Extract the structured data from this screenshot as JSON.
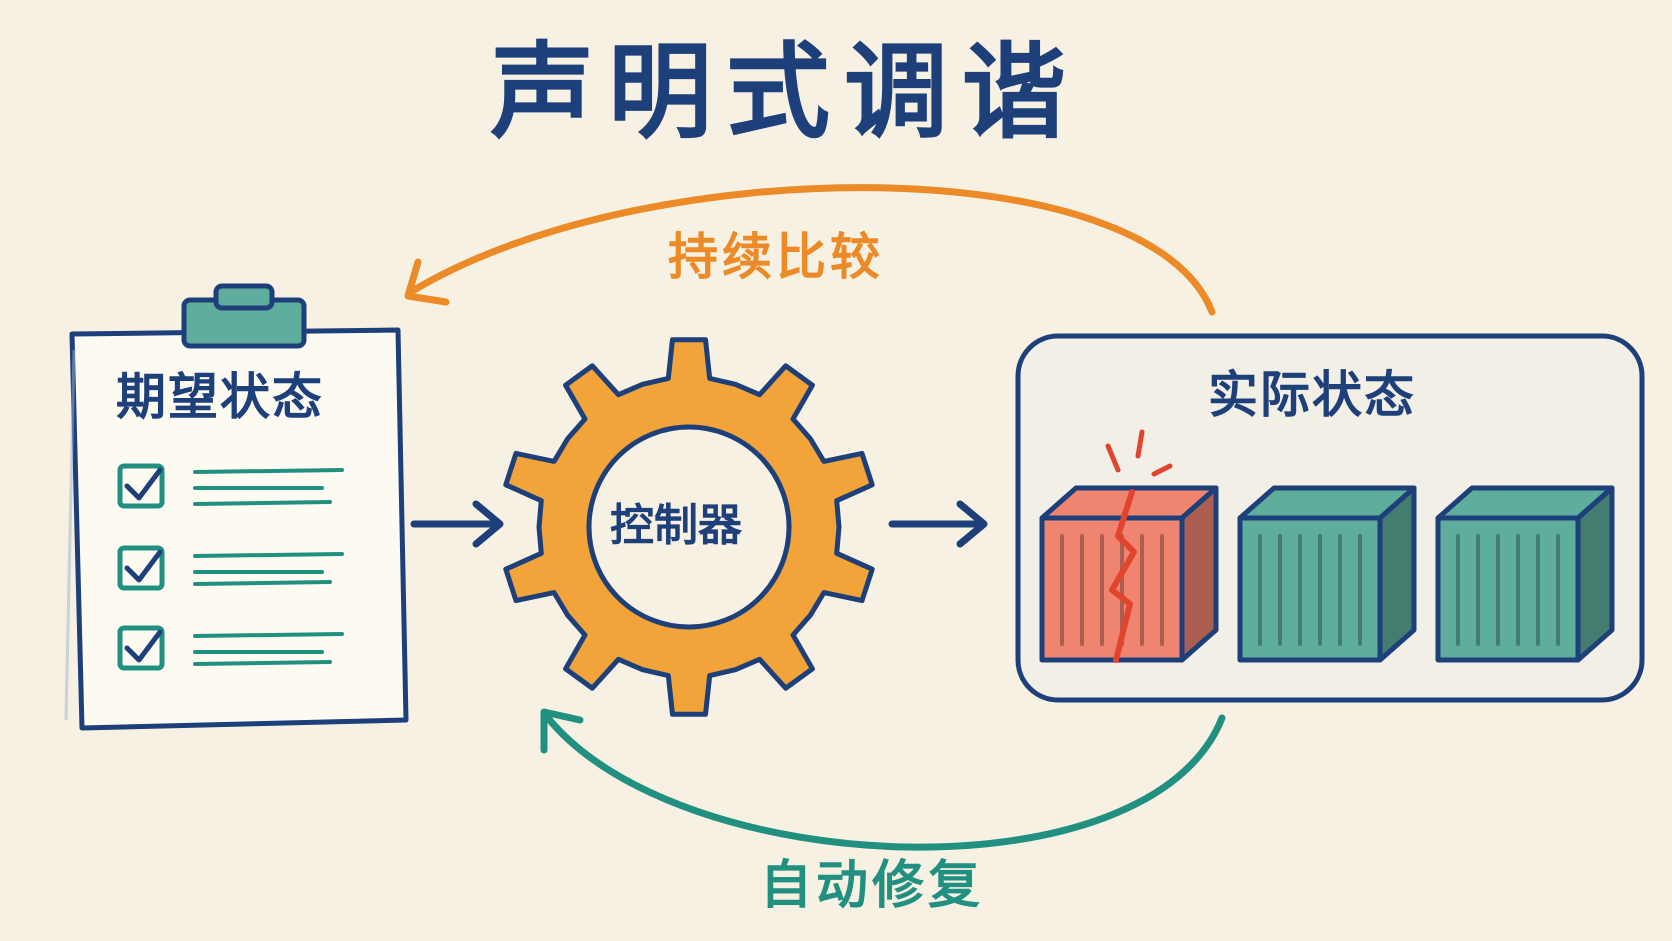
{
  "title": "声明式调谐",
  "loop": {
    "top_label": "持续比较",
    "bottom_label": "自动修复"
  },
  "desired_state": {
    "label": "期望状态",
    "checklist_items": 3
  },
  "controller": {
    "label": "控制器"
  },
  "actual_state": {
    "label": "实际状态",
    "containers": [
      {
        "status": "broken",
        "color": "#ef8470"
      },
      {
        "status": "healthy",
        "color": "#5fae9c"
      },
      {
        "status": "healthy",
        "color": "#5fae9c"
      }
    ]
  },
  "colors": {
    "ink": "#1d3f7a",
    "orange": "#ec8a27",
    "gear": "#f2a33a",
    "teal": "#229080",
    "broken": "#ef8470",
    "healthy": "#5fae9c",
    "paper": "#f7f1e3"
  }
}
